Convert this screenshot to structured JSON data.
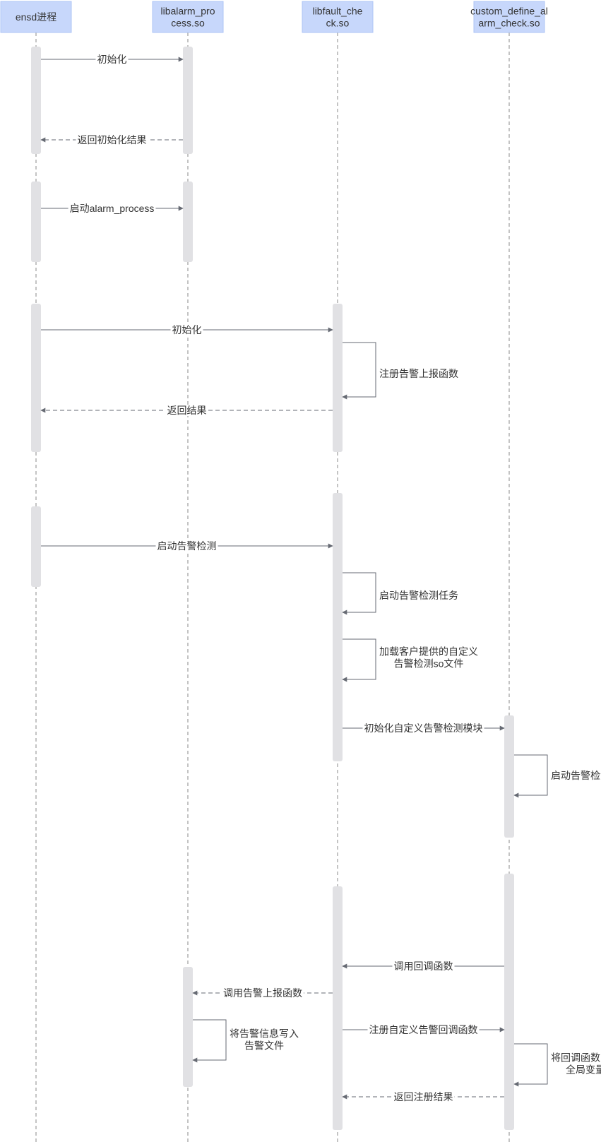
{
  "diagram": {
    "type": "sequence",
    "colors": {
      "header_fill": "#c7d7fb",
      "header_stroke": "#aec4f6",
      "activation": "#e1e1e4",
      "lifeline": "#8a8a8a",
      "arrow": "#666a73",
      "text": "#333333"
    },
    "participants": [
      {
        "id": "ensd",
        "label": [
          "ensd进程"
        ]
      },
      {
        "id": "libalarm",
        "label": [
          "libalarm_pro",
          "cess.so"
        ]
      },
      {
        "id": "libfault",
        "label": [
          "libfault_che",
          "ck.so"
        ]
      },
      {
        "id": "custom",
        "label": [
          "custom_define_al",
          "arm_check.so"
        ]
      }
    ],
    "messages": [
      {
        "from": "ensd",
        "to": "libalarm",
        "type": "sync",
        "label": [
          "初始化"
        ]
      },
      {
        "from": "libalarm",
        "to": "ensd",
        "type": "return",
        "label": [
          "返回初始化结果"
        ]
      },
      {
        "from": "ensd",
        "to": "libalarm",
        "type": "sync",
        "label": [
          "启动alarm_process"
        ]
      },
      {
        "from": "ensd",
        "to": "libfault",
        "type": "sync",
        "label": [
          "初始化"
        ]
      },
      {
        "from": "libfault",
        "to": "libfault",
        "type": "self",
        "label": [
          "注册告警上报函数"
        ]
      },
      {
        "from": "libfault",
        "to": "ensd",
        "type": "return",
        "label": [
          "返回结果"
        ]
      },
      {
        "from": "ensd",
        "to": "libfault",
        "type": "sync",
        "label": [
          "启动告警检测"
        ]
      },
      {
        "from": "libfault",
        "to": "libfault",
        "type": "self",
        "label": [
          "启动告警检测任务"
        ]
      },
      {
        "from": "libfault",
        "to": "libfault",
        "type": "self",
        "label": [
          "加载客户提供的自定义",
          "告警检测so文件"
        ]
      },
      {
        "from": "libfault",
        "to": "custom",
        "type": "sync",
        "label": [
          "初始化自定义告警检测模块"
        ]
      },
      {
        "from": "custom",
        "to": "custom",
        "type": "self",
        "label": [
          "启动告警检测线程"
        ]
      },
      {
        "from": "custom",
        "to": "libfault",
        "type": "sync",
        "label": [
          "调用回调函数"
        ]
      },
      {
        "from": "libfault",
        "to": "libalarm",
        "type": "return",
        "label": [
          "调用告警上报函数"
        ]
      },
      {
        "from": "libfault",
        "to": "custom",
        "type": "sync",
        "label": [
          "注册自定义告警回调函数"
        ]
      },
      {
        "from": "libalarm",
        "to": "libalarm",
        "type": "self",
        "label": [
          "将告警信息写入",
          "告警文件"
        ]
      },
      {
        "from": "custom",
        "to": "custom",
        "type": "self",
        "label": [
          "将回调函数写入",
          "全局变量"
        ]
      },
      {
        "from": "custom",
        "to": "libfault",
        "type": "return",
        "label": [
          "返回注册结果"
        ]
      }
    ]
  }
}
